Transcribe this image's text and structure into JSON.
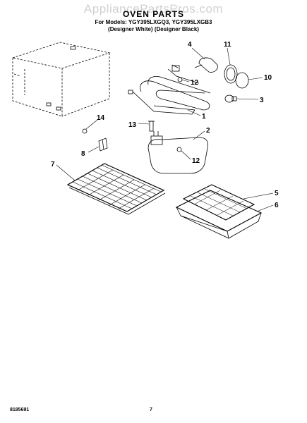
{
  "watermark": "AppliancePartsPros.com",
  "header": {
    "title": "OVEN PARTS",
    "models_line": "For Models: YGY395LXGQ3, YGY395LXGB3",
    "variants_line": "(Designer White) (Designer Black)"
  },
  "callouts": [
    "4",
    "11",
    "12",
    "10",
    "3",
    "1",
    "13",
    "2",
    "14",
    "12",
    "8",
    "7",
    "5",
    "6"
  ],
  "footer": {
    "part_number": "8185691",
    "page": "7"
  }
}
